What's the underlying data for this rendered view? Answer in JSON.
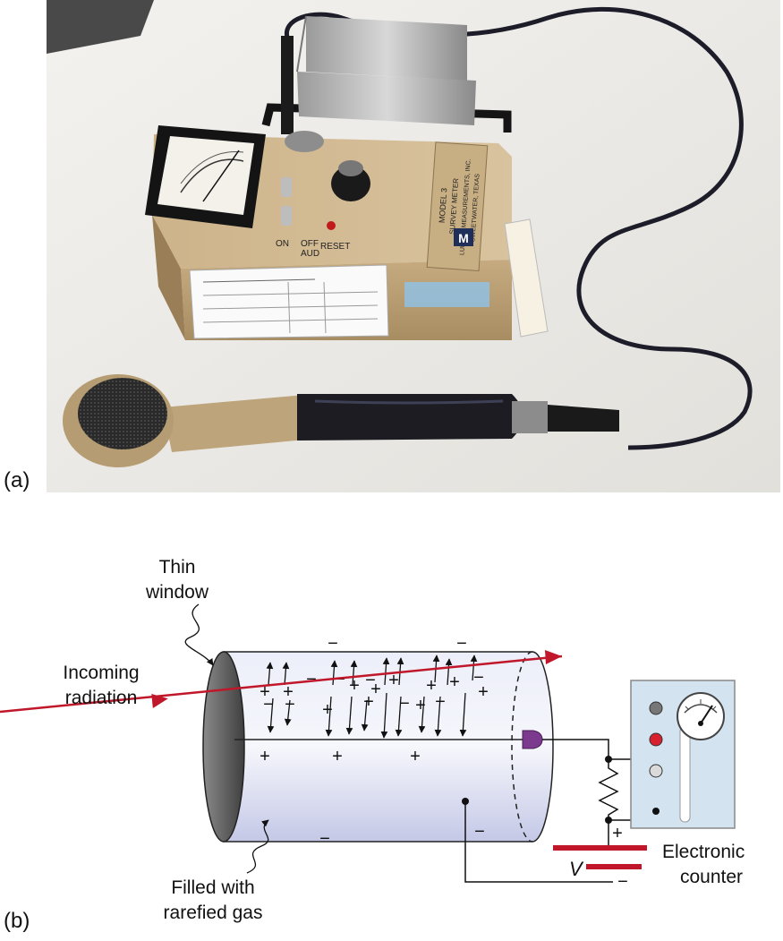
{
  "panels": {
    "a": "(a)",
    "b": "(b)"
  },
  "photo": {
    "meter_markings": {
      "model": "MODEL 3",
      "type": "SURVEY METER",
      "maker": "LUDLUM MEASUREMENTS, INC.",
      "city": "SWEETWATER, TEXAS",
      "switch_on": "ON",
      "switch_off": "OFF",
      "switch_aud": "AUD",
      "reset": "RESET",
      "logo": "M"
    }
  },
  "diagram": {
    "labels": {
      "thin_window_1": "Thin",
      "thin_window_2": "window",
      "incoming_1": "Incoming",
      "incoming_2": "radiation",
      "gas_1": "Filled with",
      "gas_2": "rarefied gas",
      "counter_1": "Electronic",
      "counter_2": "counter",
      "voltage": "V",
      "plus": "+",
      "minus": "−"
    },
    "colors": {
      "radiation": "#c0182a",
      "tube_light": "#f2f3fb",
      "tube_dark": "#c5c9e6",
      "window": "#6e6e6e",
      "counter_panel": "#d3e3ef",
      "electrode": "#7b3a8e",
      "battery": "#c0182a"
    }
  }
}
